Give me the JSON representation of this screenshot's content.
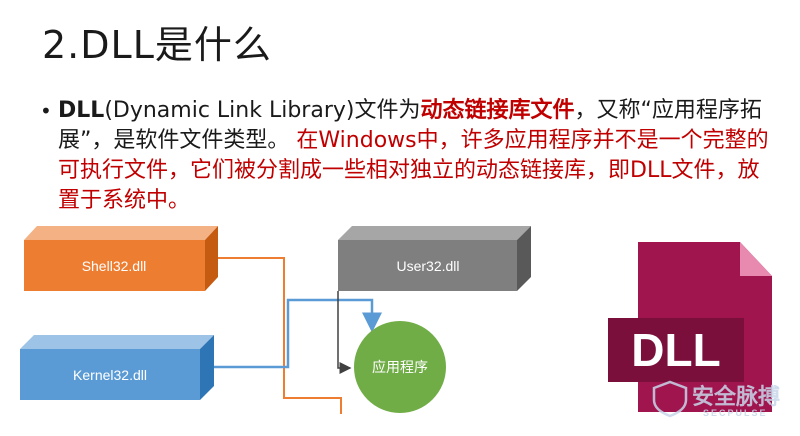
{
  "slide": {
    "title": "2.DLL是什么",
    "bullet": "•",
    "para": {
      "p1": "DLL",
      "p2": "(Dynamic Link Library)文件为",
      "p3": "动态链接库文件",
      "p4": "，又称“应用程序拓展”，是软件文件类型。",
      "p5": "在Windows中，许多应用程序并不是一个完整的可执行文件，它们被分割成一些相对独立的动态链接库，即DLL文件，放置于系统中。"
    }
  },
  "diagram": {
    "nodes": {
      "shell32": "Shell32.dll",
      "user32": "User32.dll",
      "kernel32": "Kernel32.dll",
      "app": "应用程序"
    },
    "colors": {
      "shell32": "#ed7d31",
      "user32": "#7f7f7f",
      "kernel32": "#5b9bd5",
      "app": "#70ad47"
    }
  },
  "dll_icon": {
    "label": "DLL",
    "color": "#a1154f"
  },
  "watermark": {
    "text": "安全脉搏",
    "sub": "SECPULSE"
  }
}
